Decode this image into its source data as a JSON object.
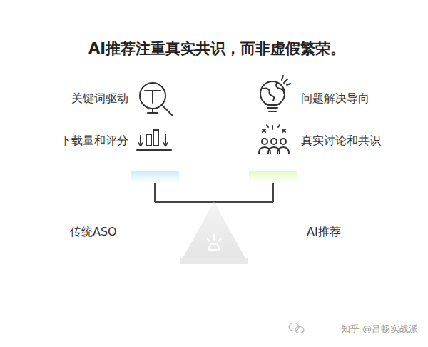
{
  "diagram": {
    "title": "AI推荐注重真实共识，而非虚假繁荣。",
    "labels": [
      "关键词驱动",
      "下载量和评分",
      "问题解决导向",
      "真实讨论和共识",
      "传统ASO",
      "AI推荐",
      "知乎 @吕畅实战派"
    ]
  }
}
